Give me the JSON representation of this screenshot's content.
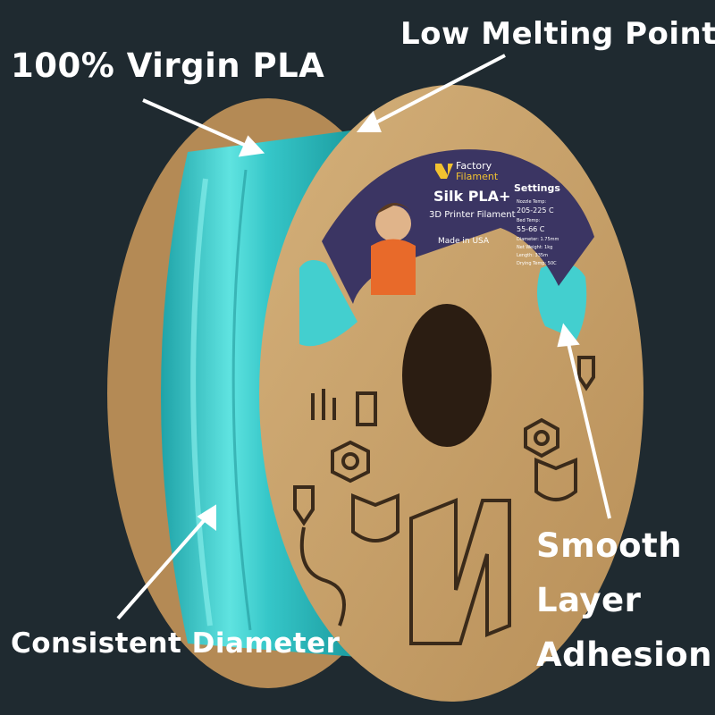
{
  "callouts": {
    "virgin": "100% Virgin PLA",
    "melting": "Low Melting Point",
    "diameter": "Consistent Diameter",
    "smooth": [
      "Smooth",
      "Layer",
      "Adhesion"
    ]
  },
  "label": {
    "brand_line1": "Factory",
    "brand_line2": "Filament",
    "product": "Silk PLA+",
    "subtitle": "3D Printer Filament",
    "origin": "Made in USA",
    "settings_title": "Settings",
    "settings": [
      "Nozzle Temp:",
      "205-225 C",
      "Bed Temp:",
      "55-66 C",
      "Diameter: 1.75mm",
      "Net Weight: 1kg",
      "Length: 335m",
      "Drying Temp: 50C"
    ]
  },
  "colors": {
    "background": "#1f2a30",
    "filament": "#43cfcf",
    "cardboard": "#c9a46f",
    "label_bg": "#3b3563",
    "accent": "#f2c230",
    "text": "#ffffff"
  }
}
